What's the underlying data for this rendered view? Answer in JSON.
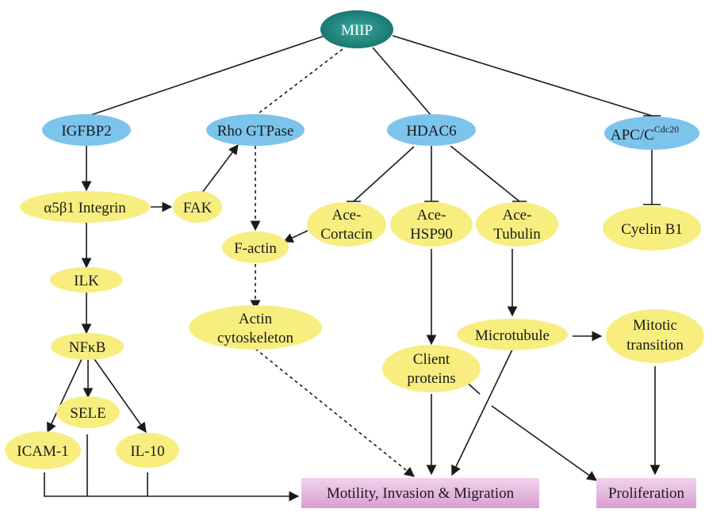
{
  "colors": {
    "root_fill": "#1f8f86",
    "blue_node": "#7cc4ec",
    "yellow_node": "#f7ee7f",
    "outcome_box": "#e7b7e0",
    "line": "#1a1a1a"
  },
  "nodes": {
    "miip": "MIIP",
    "igfbp2": "IGFBP2",
    "rho_gtpase": "Rho GTPase",
    "hdac6": "HDAC6",
    "apc_c_base": "APC/C",
    "apc_c_sup": "Cdc20",
    "integrin": "α5β1 Integrin",
    "fak": "FAK",
    "ilk": "ILK",
    "nfkb": "NFκB",
    "sele": "SELE",
    "icam1": "ICAM-1",
    "il10": "IL-10",
    "f_actin": "F-actin",
    "actin_cytoskeleton": [
      "Actin",
      "cytoskeleton"
    ],
    "ace_cortacin": [
      "Ace-",
      "Cortacin"
    ],
    "ace_hsp90": [
      "Ace-",
      "HSP90"
    ],
    "ace_tubulin": [
      "Ace-",
      "Tubulin"
    ],
    "cyclin_b1": "Cyelin B1",
    "microtubule": "Microtubule",
    "mitotic_transition": [
      "Mitotic",
      "transition"
    ],
    "client_proteins": [
      "Client",
      "proteins"
    ]
  },
  "outcomes": {
    "motility": "Motility, Invasion & Migration",
    "proliferation": "Proliferation"
  }
}
